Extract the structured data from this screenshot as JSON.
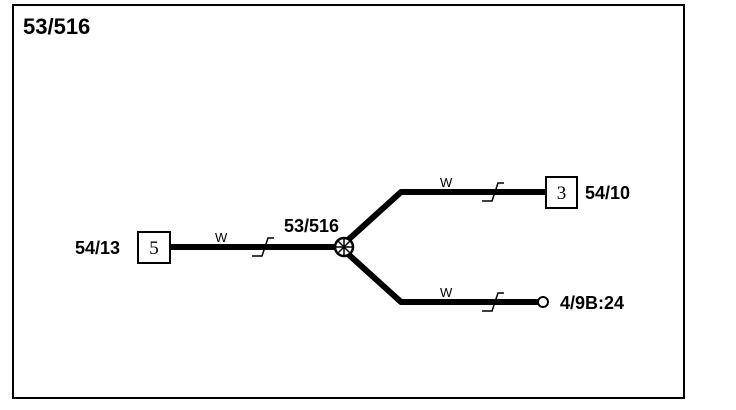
{
  "diagram": {
    "title": "53/516",
    "splice": {
      "label": "53/516"
    },
    "left_connector": {
      "label": "54/13",
      "pin": "5"
    },
    "upper_right_connector": {
      "label": "54/10",
      "pin": "3"
    },
    "lower_right_terminal": {
      "label": "4/9B:24"
    },
    "wires": [
      {
        "color_code": "W"
      },
      {
        "color_code": "W"
      },
      {
        "color_code": "W"
      }
    ]
  }
}
